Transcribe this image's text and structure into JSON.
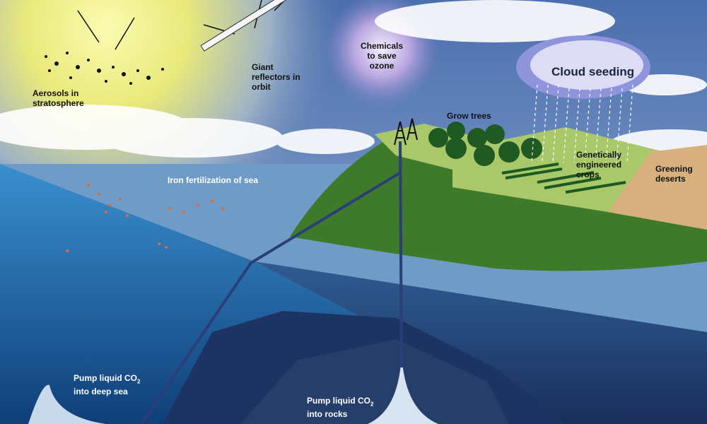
{
  "labels": {
    "aerosols": "Aerosols in stratosphere",
    "reflectors": "Giant reflectors in orbit",
    "chemicals": "Chemicals to save ozone",
    "cloud_seeding": "Cloud seeding",
    "grow_trees": "Grow trees",
    "crops": "Genetically engineered crops",
    "deserts": "Greening deserts",
    "iron": "Iron fertilization of sea",
    "deep_sea_prefix": "Pump liquid CO",
    "deep_sea_sub": "2",
    "deep_sea_suffix": "into deep sea",
    "rocks_prefix": "Pump liquid CO",
    "rocks_sub": "2",
    "rocks_suffix": "into rocks"
  },
  "colors": {
    "sun": "#f6f37a",
    "sky": "#5d80b8",
    "ocean": "#1f6fae",
    "island": "#3f7a2a",
    "plateau": "#a9c86a"
  }
}
